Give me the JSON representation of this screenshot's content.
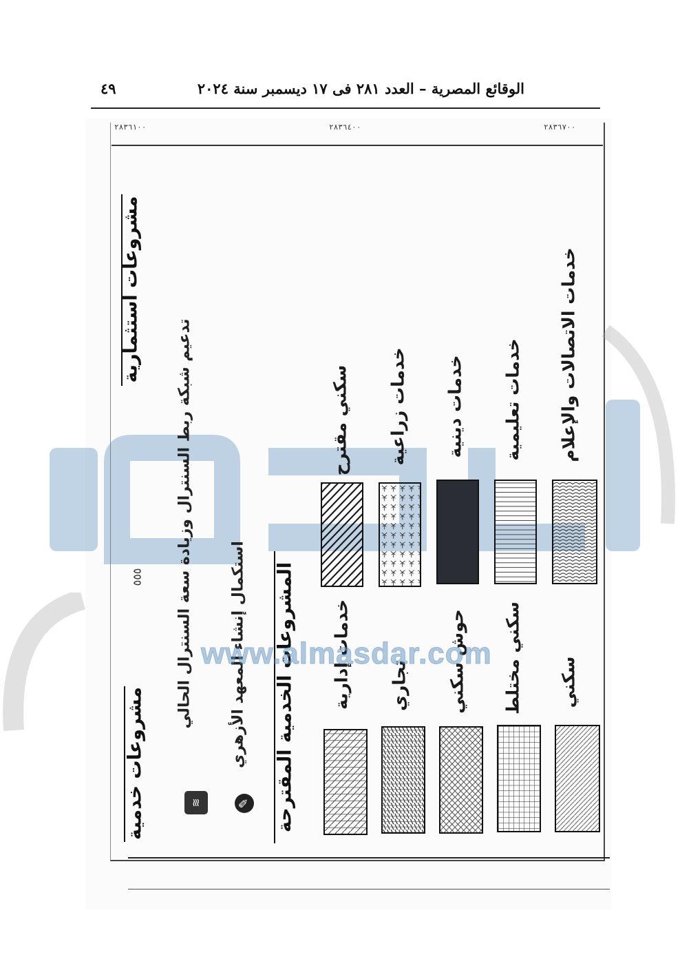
{
  "header": {
    "title": "الوقائع المصرية – العدد ٢٨١ فى ١٧ ديسمبر سنة ٢٠٢٤",
    "page_number": "٤٩"
  },
  "map_sheet": {
    "coords": [
      "٢٨٣٦١٠٠",
      "٢٨٣٦٤٠٠",
      "٢٨٣٦٧٠٠"
    ],
    "legend_section_title": "المشروعات الخدمية المقترحة",
    "legend_left": [
      {
        "label": "خدمات الاتصالات والإعلام",
        "pattern": "scales"
      },
      {
        "label": "خدمات تعليمية",
        "pattern": "hlines"
      },
      {
        "label": "خدمات دينية",
        "pattern": "solid"
      },
      {
        "label": "خدمات زراعية",
        "pattern": "palms"
      },
      {
        "label": "سكني مقترح",
        "pattern": "diag-thick"
      }
    ],
    "legend_right": [
      {
        "label": "سكني",
        "pattern": "diag-thin"
      },
      {
        "label": "سكني مختلط",
        "pattern": "grid"
      },
      {
        "label": "حوش سكني",
        "pattern": "cross-diag"
      },
      {
        "label": "تجاري",
        "pattern": "vlines-dense"
      },
      {
        "label": "خدمات إدارية",
        "pattern": "crosshatch"
      }
    ],
    "projects": {
      "investment_title": "مشروعات استثمارية",
      "services_title": "مشروعات خدمية",
      "project_1": "استكمال إنشاء المعهد الأزهري",
      "project_2": "تدعيم شبكة ربط السنترال وزيادة سعة السنترال الحالي",
      "project_2_short": "تدعيم شبكة ربط السنترال وزيادة سعة السنترال الحالي"
    },
    "north_symbol": "٥٥٥"
  },
  "watermark": {
    "url": "www.almasdar.com"
  }
}
